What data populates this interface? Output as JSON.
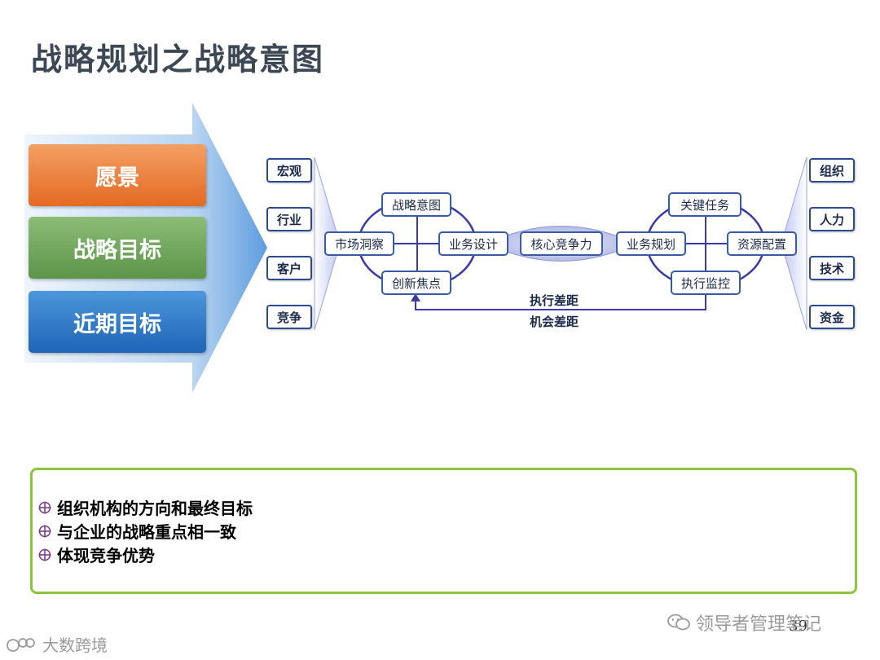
{
  "title": "战略规划之战略意图",
  "goals": [
    "愿景",
    "战略目标",
    "近期目标"
  ],
  "left_tags": [
    "宏观",
    "行业",
    "客户",
    "竞争"
  ],
  "right_tags": [
    "组织",
    "人力",
    "技术",
    "资金"
  ],
  "nodes": {
    "strategic_intent": "战略意图",
    "market_insight": "市场洞察",
    "business_design": "业务设计",
    "innovation_focus": "创新焦点",
    "core_competence": "核心竞争力",
    "business_planning": "业务规划",
    "key_tasks": "关键任务",
    "resource_allocation": "资源配置",
    "execution_monitoring": "执行监控"
  },
  "gaps": [
    "执行差距",
    "机会差距"
  ],
  "bullets": [
    "组织机构的方向和最终目标",
    "与企业的战略重点相一致",
    "体现竞争优势"
  ],
  "page_number": "39",
  "watermarks": {
    "right": "领导者管理笔记",
    "left": "大数跨境"
  },
  "colors": {
    "vision": "#e46a22",
    "strategic_goal": "#5c9448",
    "near_term_goal": "#1f64b6",
    "node_border": "#3a5aa6",
    "note_border": "#8cc63e"
  }
}
